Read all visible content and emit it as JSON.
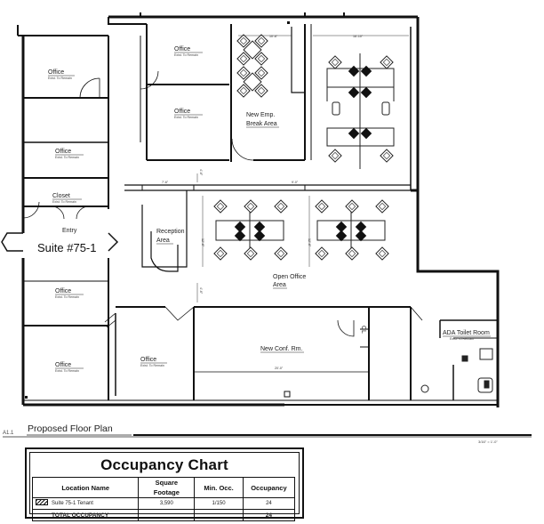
{
  "plan": {
    "suite_label": "Suite #75-1",
    "title": "Proposed Floor Plan",
    "sheet_code": "A1.1",
    "scale_note": "3/16\" = 1'-0\"",
    "rooms": {
      "office_top_left": "Office",
      "office_top_left_note": "Exist. To Remain",
      "office_top_mid": "Office",
      "office_top_mid_note": "Exist. To Remain",
      "office_mid_mid": "Office",
      "office_mid_mid_note": "Exist. To Remain",
      "office_left_2": "Office",
      "office_left_2_note": "Exist. To Remain",
      "closet": "Closet",
      "closet_note": "Exist. To Remain",
      "entry": "Entry",
      "office_left_3": "Office",
      "office_left_3_note": "Exist. To Remain",
      "office_left_4": "Office",
      "office_left_4_note": "Exist. To Remain",
      "office_bottom_mid": "Office",
      "office_bottom_mid_note": "Exist. To Remain",
      "break_area_line1": "New Emp.",
      "break_area_line2": "Break Area",
      "reception_line1": "Reception",
      "reception_line2": "Area",
      "open_office_line1": "Open Office",
      "open_office_line2": "Area",
      "conf_room": "New Conf. Rm.",
      "cl": "CL",
      "ada_toilet": "ADA Toilet Room",
      "ada_toilet_note": "Exist. To Remain"
    },
    "dimensions": {
      "d1": "10'-6\"",
      "d2": "16'-10\"",
      "d3": "7'-6\"",
      "d4": "9'-0\"",
      "d5": "12'-6\"",
      "d6": "12'-6\"",
      "d7": "20'-0\"",
      "d8": "4'-6\"",
      "d9": "4'-6\""
    }
  },
  "occupancy_chart": {
    "title": "Occupancy Chart",
    "columns": [
      "Location Name",
      "Square Footage",
      "Min. Occ.",
      "Occupancy"
    ],
    "rows": [
      {
        "location": "Suite 75-1 Tenant",
        "square_footage": "3,590",
        "min_occ": "1/150",
        "occupancy": "24"
      }
    ],
    "total_label": "TOTAL OCCUPANCY",
    "total_value": "24"
  }
}
